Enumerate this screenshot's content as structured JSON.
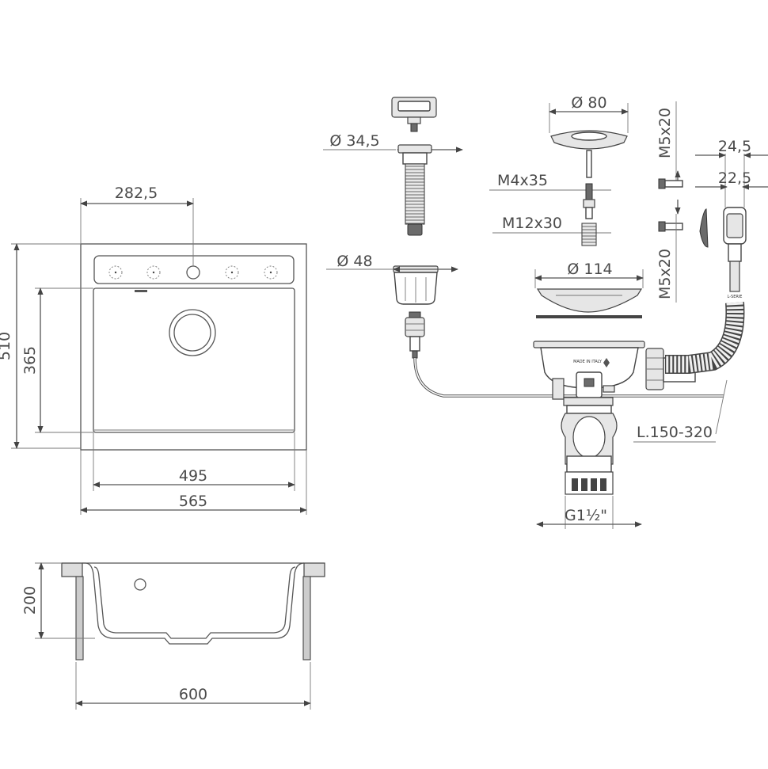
{
  "diagram": {
    "top_view": {
      "dim_faucet_offset": "282,5",
      "dim_overall_depth": "510",
      "dim_bowl_depth": "365",
      "dim_bowl_width": "495",
      "dim_overall_width": "565"
    },
    "section_view": {
      "dim_height": "200",
      "dim_cabinet_width": "600"
    },
    "accessories": {
      "overflow_cap_diameter": "Ø 34,5",
      "overflow_body_diameter": "Ø 48",
      "strainer_basket_diameter": "Ø 80",
      "screw_m4": "M4x35",
      "screw_m12": "M12x30",
      "flange_diameter": "Ø 114",
      "screw_m5_top": "M5x20",
      "screw_m5_bottom": "M5x20",
      "overflow_width_outer": "24,5",
      "overflow_width_inner": "22,5",
      "hose_length": "L.150-320",
      "thread": "G1½\"",
      "made_in_italy": "MADE IN ITALY"
    }
  }
}
